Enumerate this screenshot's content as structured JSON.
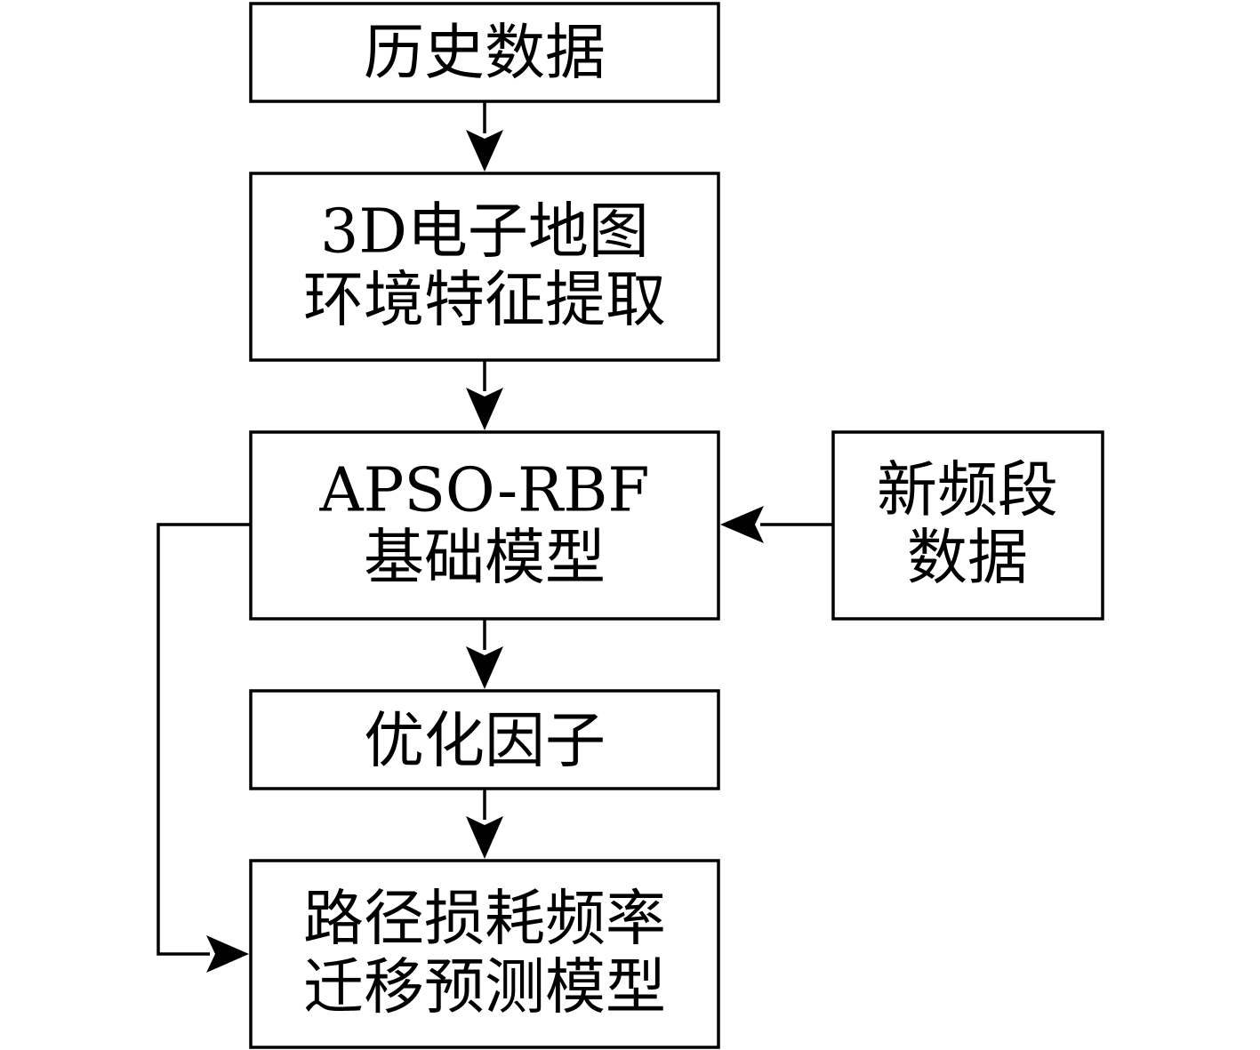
{
  "nodes": {
    "history": {
      "lines": [
        "历史数据"
      ]
    },
    "feature": {
      "lines": [
        "3D电子地图",
        "环境特征提取"
      ]
    },
    "base_model": {
      "lines": [
        "APSO-RBF",
        "基础模型"
      ]
    },
    "new_band": {
      "lines": [
        "新频段",
        "数据"
      ]
    },
    "factor": {
      "lines": [
        "优化因子"
      ]
    },
    "transfer_model": {
      "lines": [
        "路径损耗频率",
        "迁移预测模型"
      ]
    }
  }
}
